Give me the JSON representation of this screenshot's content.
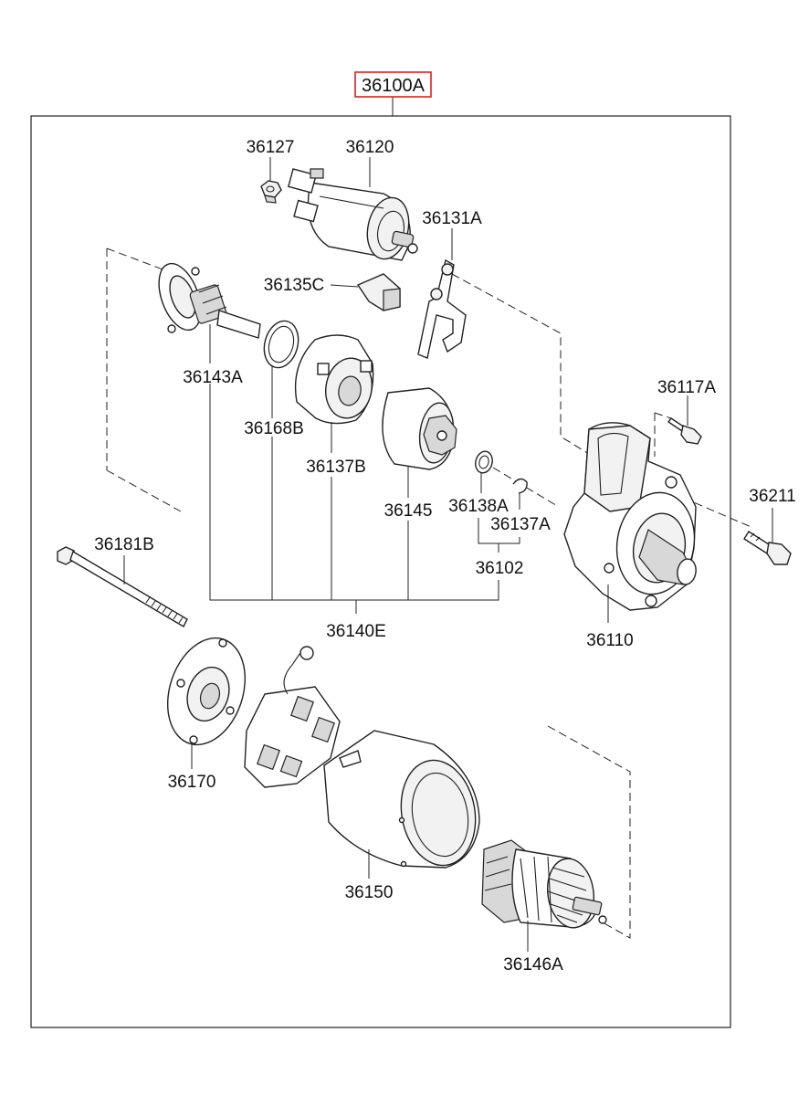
{
  "assembly": {
    "part_no": "36100A",
    "highlight_color": "#e02020"
  },
  "labels": {
    "p36127": "36127",
    "p36120": "36120",
    "p36131A": "36131A",
    "p36135C": "36135C",
    "p36143A": "36143A",
    "p36168B": "36168B",
    "p36137B": "36137B",
    "p36145": "36145",
    "p36138A": "36138A",
    "p36137A": "36137A",
    "p36102": "36102",
    "p36117A": "36117A",
    "p36211": "36211",
    "p36110": "36110",
    "p36181B": "36181B",
    "p36140E": "36140E",
    "p36170": "36170",
    "p36150": "36150",
    "p36146A": "36146A"
  }
}
